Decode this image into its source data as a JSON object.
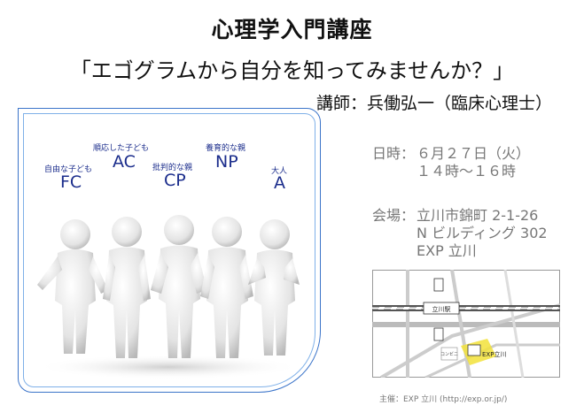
{
  "header": {
    "title": "心理学入門講座",
    "subtitle": "「エゴグラムから自分を知ってみませんか？」",
    "lecturer": "講師：兵働弘一（臨床心理士）"
  },
  "egogram": [
    {
      "sub": "自由な子ども",
      "code": "FC"
    },
    {
      "sub": "順応した子ども",
      "code": "AC"
    },
    {
      "sub": "批判的な親",
      "code": "CP"
    },
    {
      "sub": "養育的な親",
      "code": "NP"
    },
    {
      "sub": "大人",
      "code": "A"
    }
  ],
  "event": {
    "date_label": "日時：",
    "date": "６月２７日（火）",
    "time": "１４時～１６時",
    "venue_label": "会場：",
    "venue_line1": "立川市錦町 2-1-26",
    "venue_line2": "N ビルディング 302",
    "venue_line3": "EXP 立川"
  },
  "map": {
    "station": "立川駅",
    "place": "EXP立川",
    "landmark": "コンビニ"
  },
  "footer": {
    "sponsor": "主催：EXP 立川 (http://exp.or.jp/)"
  },
  "colors": {
    "frame": "#3b74c9",
    "ego_text": "#1b2d8c",
    "info_text": "#777777",
    "map_highlight": "#f2e23a"
  }
}
